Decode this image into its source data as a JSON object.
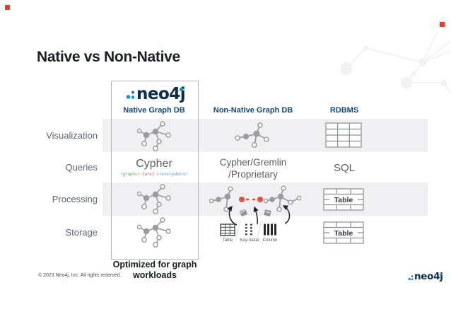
{
  "title": "Native vs Non-Native",
  "table": {
    "row_labels": [
      "Visualization",
      "Queries",
      "Processing",
      "Storage"
    ],
    "native": {
      "logo_text": "neo4j",
      "header": "Native Graph DB",
      "footnote": "Optimized for graph workloads"
    },
    "non_native": {
      "header": "Non-Native Graph DB"
    },
    "rdbms": {
      "header": "RDBMS"
    },
    "queries": {
      "native_title": "Cypher",
      "code": {
        "s1": "(graphs)",
        "s2": "-",
        "s3": "[are]",
        "s4": "->",
        "s5": "(everywhere)"
      },
      "non_native_line1": "Cypher/Gremlin",
      "non_native_line2": "/Proprietary",
      "rdbms": "SQL"
    },
    "processing": {
      "rdbms_icon_label": "Table"
    },
    "storage": {
      "non_native_icons": [
        {
          "label": "Table"
        },
        {
          "label": "Key-Value"
        },
        {
          "label": "Column"
        }
      ],
      "rdbms_icon_label": "Table"
    }
  },
  "footer": {
    "copyright": "© 2023 Neo4j, Inc. All rights reserved.",
    "logo_text": "neo4j"
  },
  "colors": {
    "brand_navy": "#0c2d4a",
    "teal_dot": "#1e93c5",
    "header_blue": "#154a7c",
    "accent_red": "#dd5147",
    "band_gray": "#f0f0f3"
  }
}
